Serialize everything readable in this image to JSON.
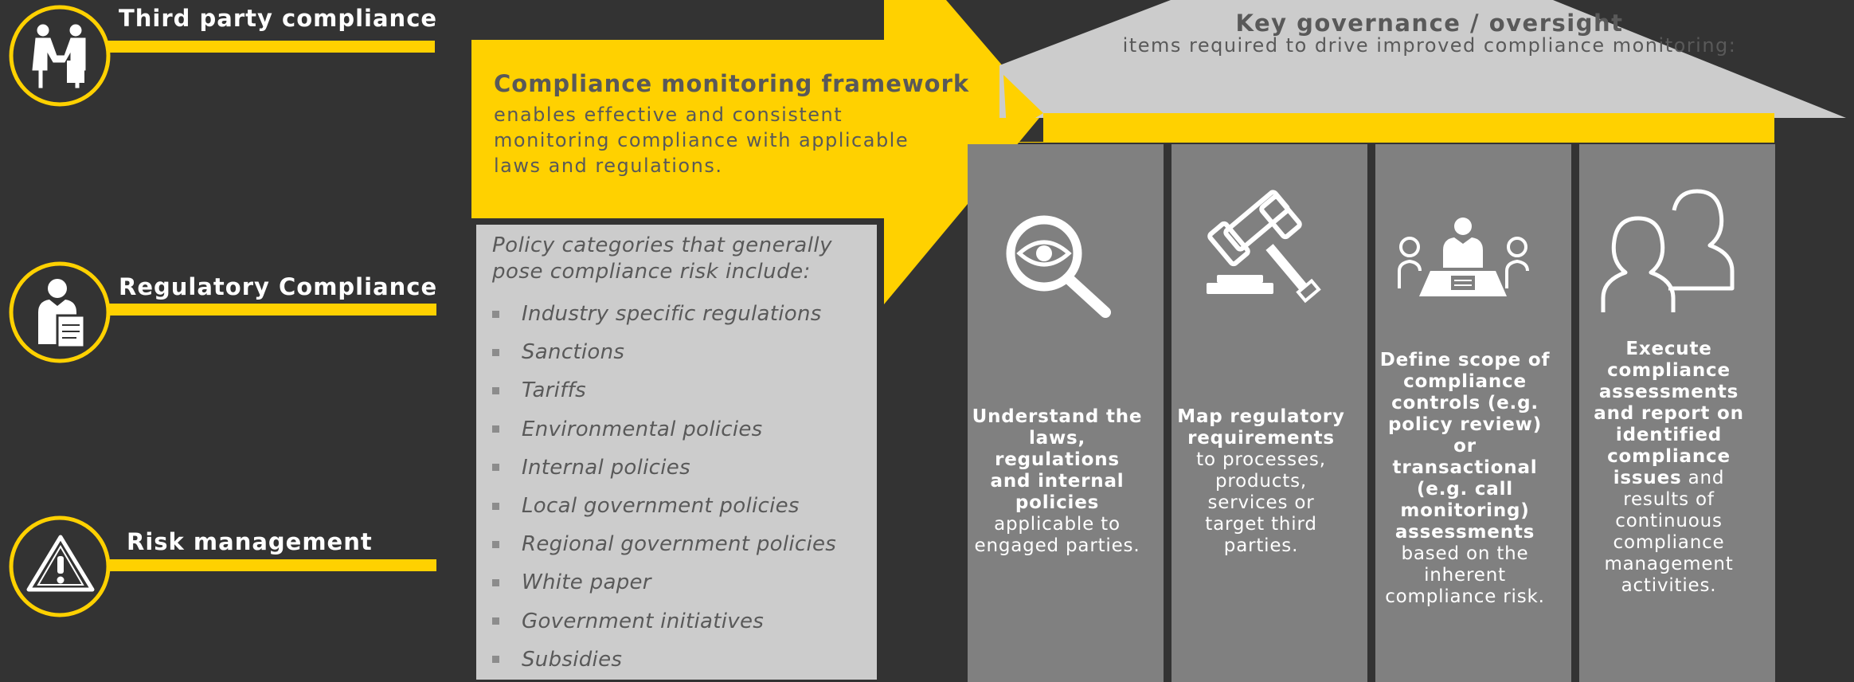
{
  "colors": {
    "background": "#333333",
    "accent": "#ffd100",
    "pillar": "#808080",
    "roof": "#cccccc",
    "list_box": "#cccccc",
    "dark_text": "#595959"
  },
  "side_items": [
    {
      "title": "Third party compliance",
      "icon": "handshake-icon"
    },
    {
      "title": "Regulatory Compliance",
      "icon": "business-person-document-icon"
    },
    {
      "title": "Risk management",
      "icon": "warning-triangle-icon"
    }
  ],
  "framework": {
    "title": "Compliance monitoring framework",
    "description": "enables effective and consistent monitoring compliance with applicable laws and regulations."
  },
  "policy": {
    "heading": "Policy categories that generally pose compliance risk include:",
    "items": [
      "Industry specific regulations",
      "Sanctions",
      "Tariffs",
      "Environmental policies",
      "Internal policies",
      "Local government policies",
      "Regional government policies",
      "White paper",
      "Government initiatives",
      "Subsidies"
    ]
  },
  "governance": {
    "title": "Key governance / oversight",
    "subtitle": "items required to drive improved compliance monitoring:"
  },
  "pillars": [
    {
      "icon": "magnifier-eye-icon",
      "bold": "Understand the laws, regulations and internal policies",
      "normal": " applicable to engaged parties."
    },
    {
      "icon": "gavel-icon",
      "bold": "Map regulatory requirements",
      "normal": " to processes, products, services or target third parties."
    },
    {
      "icon": "meeting-table-icon",
      "bold": "Define scope of compliance controls (e.g. policy review) or transactional (e.g. call monitoring) assessments",
      "normal": " based on the inherent compliance risk."
    },
    {
      "icon": "people-outline-icon",
      "bold": "Execute compliance assessments and report on identified compliance issues",
      "normal": " and results of continuous compliance management activities."
    }
  ]
}
